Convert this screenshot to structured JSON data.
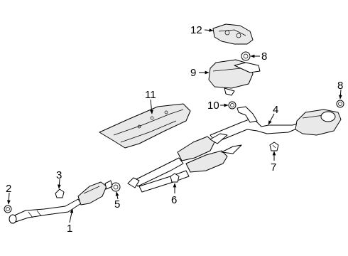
{
  "callouts": [
    {
      "id": "1",
      "label": "1"
    },
    {
      "id": "2",
      "label": "2"
    },
    {
      "id": "3",
      "label": "3"
    },
    {
      "id": "4",
      "label": "4"
    },
    {
      "id": "5",
      "label": "5"
    },
    {
      "id": "6",
      "label": "6"
    },
    {
      "id": "7",
      "label": "7"
    },
    {
      "id": "8a",
      "label": "8"
    },
    {
      "id": "8b",
      "label": "8"
    },
    {
      "id": "9",
      "label": "9"
    },
    {
      "id": "10",
      "label": "10"
    },
    {
      "id": "11",
      "label": "11"
    },
    {
      "id": "12",
      "label": "12"
    }
  ]
}
